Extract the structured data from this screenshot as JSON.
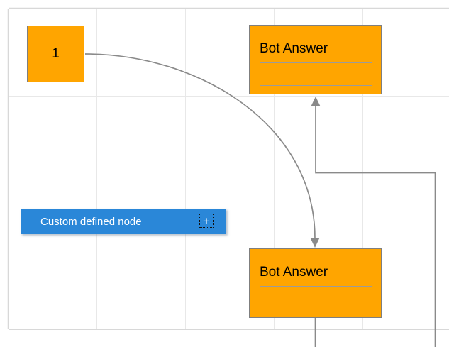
{
  "canvas": {
    "nodes": {
      "start": {
        "label": "1"
      },
      "bot_answer_top": {
        "title": "Bot Answer",
        "text_box_value": ""
      },
      "bot_answer_bottom": {
        "title": "Bot Answer",
        "text_box_value": ""
      }
    },
    "connectors": [
      {
        "type": "bezier",
        "from": "start",
        "to": "bot_answer_bottom",
        "arrow": "target"
      },
      {
        "type": "orthogonal",
        "from": "bot_answer_bottom",
        "to": "bot_answer_top",
        "arrow": "target"
      }
    ],
    "button": {
      "label": "Custom defined node",
      "plus_icon": "+"
    },
    "colors": {
      "node_fill": "#FFA500",
      "node_border": "#7F7F7F",
      "inner_box_border": "#9B9B9B",
      "button_fill": "#2A87D8",
      "button_text": "#FFFFFF",
      "connector": "#8A8A8A",
      "grid_line": "#E8E8E8",
      "canvas_border": "#D8D8D8"
    }
  }
}
